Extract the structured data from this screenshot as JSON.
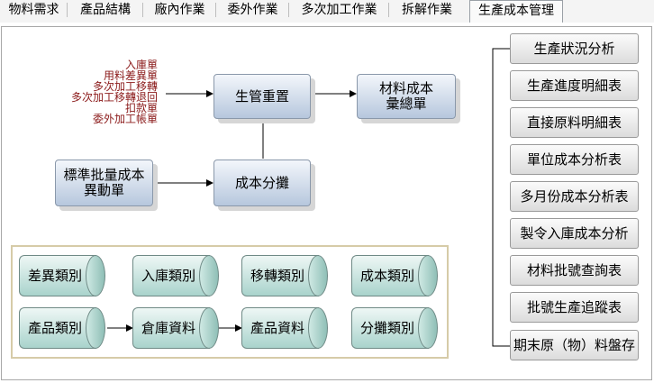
{
  "tabs": [
    "物料需求",
    "產品結構",
    "廠內作業",
    "委外作業",
    "多次加工作業",
    "拆解作業",
    "生產成本管理"
  ],
  "active_tab": "生產成本管理",
  "flow": {
    "sources": [
      "入庫單",
      "用料差異單",
      "多次加工移轉",
      "多次加工移轉退回",
      "扣款單",
      "委外加工帳單"
    ],
    "production_reset": "生管重置",
    "material_cost_summary": [
      "材料成本",
      "彙總單"
    ],
    "standard_batch_cost_change": [
      "標準批量成本",
      "異動單"
    ],
    "cost_allocation": "成本分攤"
  },
  "tables": {
    "row1": [
      "差異類別",
      "入庫類別",
      "移轉類別",
      "成本類別"
    ],
    "row2": [
      "產品類別",
      "倉庫資料",
      "產品資料",
      "分攤類別"
    ]
  },
  "reports": [
    "生產狀況分析",
    "生產進度明細表",
    "直接原料明細表",
    "單位成本分析表",
    "多月份成本分析表",
    "製令入庫成本分析",
    "材料批號查詢表",
    "批號生產追蹤表",
    "期末原（物）料盤存"
  ]
}
